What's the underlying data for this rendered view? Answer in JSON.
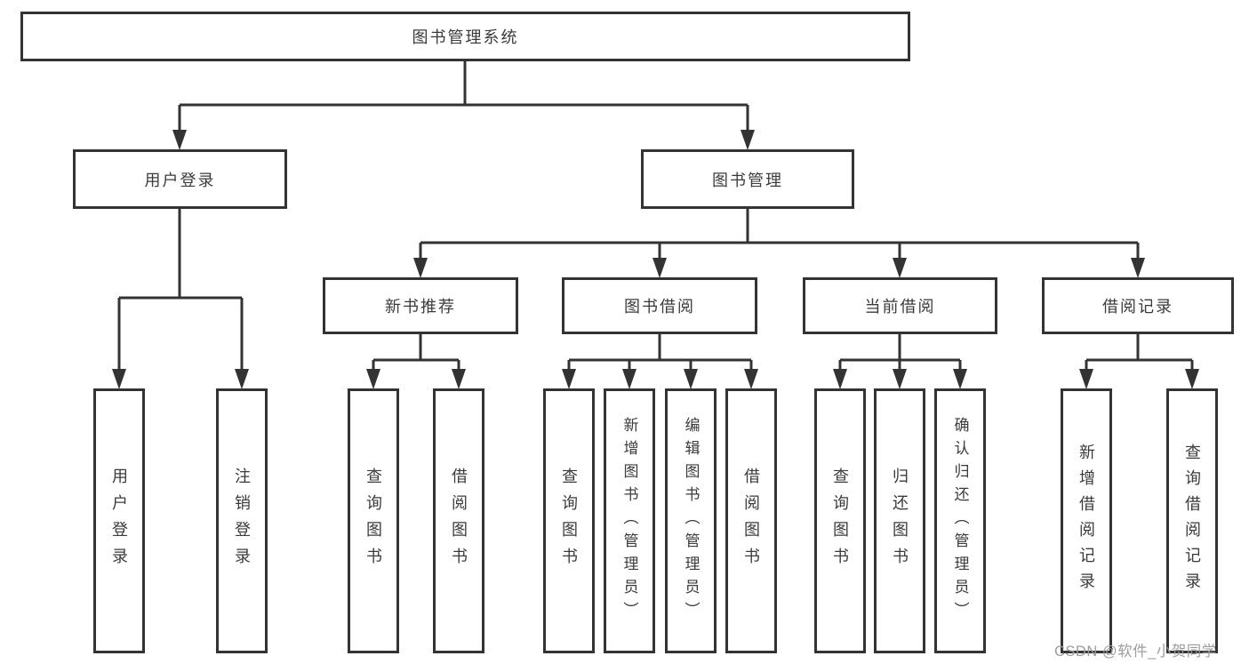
{
  "diagram": {
    "title": "图书管理系统",
    "type": "hierarchy-tree",
    "colors": {
      "line": "#333333",
      "text": "#3b3b3b",
      "box_background": "#ffffff",
      "watermark": "#9c9c9c"
    },
    "tree": {
      "root": {
        "label": "图书管理系统"
      },
      "login": {
        "label": "用户登录",
        "leaves": [
          {
            "label": "用户登录"
          },
          {
            "label": "注销登录"
          }
        ]
      },
      "management": {
        "label": "图书管理",
        "sections": [
          {
            "label": "新书推荐",
            "leaves": [
              {
                "label": "查询图书"
              },
              {
                "label": "借阅图书"
              }
            ]
          },
          {
            "label": "图书借阅",
            "leaves": [
              {
                "label": "查询图书"
              },
              {
                "label": "新增图书（管理员）"
              },
              {
                "label": "编辑图书（管理员）"
              },
              {
                "label": "借阅图书"
              }
            ]
          },
          {
            "label": "当前借阅",
            "leaves": [
              {
                "label": "查询图书"
              },
              {
                "label": "归还图书"
              },
              {
                "label": "确认归还（管理员）"
              }
            ]
          },
          {
            "label": "借阅记录",
            "leaves": [
              {
                "label": "新增借阅记录"
              },
              {
                "label": "查询借阅记录"
              }
            ]
          }
        ]
      }
    }
  },
  "watermark": {
    "text": "CSDN @软件_小贺同学"
  }
}
